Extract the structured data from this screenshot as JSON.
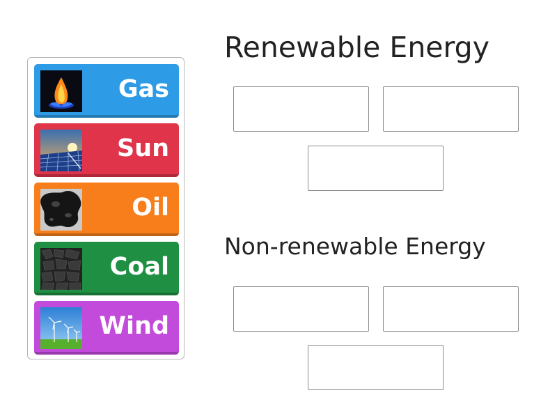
{
  "cards": [
    {
      "label": "Gas",
      "color": "#2d9be5",
      "icon": "gas-flame-icon"
    },
    {
      "label": "Sun",
      "color": "#e0344a",
      "icon": "solar-panel-icon"
    },
    {
      "label": "Oil",
      "color": "#f77e1b",
      "icon": "oil-spill-icon"
    },
    {
      "label": "Coal",
      "color": "#1f8f43",
      "icon": "coal-icon"
    },
    {
      "label": "Wind",
      "color": "#c34bdc",
      "icon": "wind-turbine-icon"
    }
  ],
  "groups": [
    {
      "title": "Renewable Energy",
      "slots": 3
    },
    {
      "title": "Non-renewable Energy",
      "slots": 3
    }
  ]
}
